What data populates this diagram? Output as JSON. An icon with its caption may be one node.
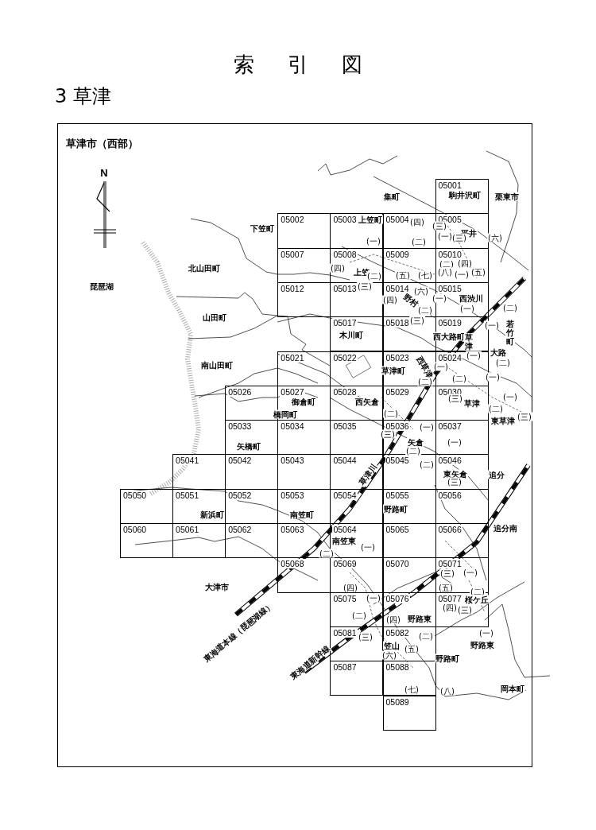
{
  "diagram": {
    "title": "索引図",
    "nodes": [
      {
        "text": [
          "草津市（西部）"
        ]
      },
      {
        "text": [
          "05001"
        ],
        "in": 0
      },
      {
        "text": [
          "05002"
        ],
        "in": 0
      },
      {
        "text": [
          "05003"
        ],
        "in": 0
      },
      {
        "text": [
          "05004"
        ],
        "in": 0
      },
      {
        "text": [
          "05005"
        ],
        "in": 0
      },
      {
        "text": [
          "05007"
        ],
        "in": 0
      },
      {
        "text": [
          "05008"
        ],
        "in": 0
      },
      {
        "text": [
          "05009"
        ],
        "in": 0
      },
      {
        "text": [
          "05010"
        ],
        "in": 0
      },
      {
        "text": [
          "05012"
        ],
        "in": 0
      },
      {
        "text": [
          "05013"
        ],
        "in": 0
      },
      {
        "text": [
          "05014"
        ],
        "in": 0
      },
      {
        "text": [
          "05015"
        ],
        "in": 0
      },
      {
        "text": [
          "05017"
        ],
        "in": 0
      },
      {
        "text": [
          "05018"
        ],
        "in": 0
      },
      {
        "text": [
          "05019"
        ],
        "in": 0
      },
      {
        "text": [
          "05021"
        ],
        "in": 0
      },
      {
        "text": [
          "05022"
        ],
        "in": 0
      },
      {
        "text": [
          "05023"
        ],
        "in": 0
      },
      {
        "text": [
          "05024"
        ],
        "in": 0
      },
      {
        "text": [
          "05026"
        ],
        "in": 0
      },
      {
        "text": [
          "05027"
        ],
        "in": 0
      },
      {
        "text": [
          "05028"
        ],
        "in": 0
      },
      {
        "text": [
          "05029"
        ],
        "in": 0
      },
      {
        "text": [
          "05030"
        ],
        "in": 0
      },
      {
        "text": [
          "05033"
        ],
        "in": 0
      },
      {
        "text": [
          "05034"
        ],
        "in": 0
      },
      {
        "text": [
          "05035"
        ],
        "in": 0
      },
      {
        "text": [
          "05036"
        ],
        "in": 0
      },
      {
        "text": [
          "05037"
        ],
        "in": 0
      },
      {
        "text": [
          "05041"
        ],
        "in": 0
      },
      {
        "text": [
          "05042"
        ],
        "in": 0
      },
      {
        "text": [
          "05043"
        ],
        "in": 0
      },
      {
        "text": [
          "05044"
        ],
        "in": 0
      },
      {
        "text": [
          "05045"
        ],
        "in": 0
      },
      {
        "text": [
          "05046"
        ],
        "in": 0
      },
      {
        "text": [
          "05050"
        ],
        "in": 0
      },
      {
        "text": [
          "05051"
        ],
        "in": 0
      },
      {
        "text": [
          "05052"
        ],
        "in": 0
      },
      {
        "text": [
          "05053"
        ],
        "in": 0
      },
      {
        "text": [
          "05054"
        ],
        "in": 0
      },
      {
        "text": [
          "05055"
        ],
        "in": 0
      },
      {
        "text": [
          "05056"
        ],
        "in": 0
      },
      {
        "text": [
          "05060"
        ],
        "in": 0
      },
      {
        "text": [
          "05061"
        ],
        "in": 0
      },
      {
        "text": [
          "05062"
        ],
        "in": 0
      },
      {
        "text": [
          "05063"
        ],
        "in": 0
      },
      {
        "text": [
          "05064"
        ],
        "in": 0
      },
      {
        "text": [
          "05065"
        ],
        "in": 0
      },
      {
        "text": [
          "05066"
        ],
        "in": 0
      },
      {
        "text": [
          "05068"
        ],
        "in": 0
      },
      {
        "text": [
          "05069"
        ],
        "in": 0
      },
      {
        "text": [
          "05070"
        ],
        "in": 0
      },
      {
        "text": [
          "05071"
        ],
        "in": 0
      },
      {
        "text": [
          "05075"
        ],
        "in": 0
      },
      {
        "text": [
          "05076"
        ],
        "in": 0
      },
      {
        "text": [
          "05077"
        ],
        "in": 0
      },
      {
        "text": [
          "05081"
        ],
        "in": 0
      },
      {
        "text": [
          "05082"
        ],
        "in": 0
      },
      {
        "text": [
          "05087"
        ],
        "in": 0
      },
      {
        "text": [
          "05088"
        ],
        "in": 0
      },
      {
        "text": [
          "05089"
        ],
        "in": 0
      }
    ],
    "labels": [
      "3 草津",
      "N",
      "駒井沢町",
      "集町",
      "栗東市",
      "上笠町",
      "(四)",
      "(三)",
      "下笠町",
      "平井",
      "(一)",
      "(三)",
      "(六)",
      "(一)",
      "(二)",
      "(四)",
      "(二)",
      "(五)",
      "(一)",
      "(四)",
      "北山田町",
      "(八)",
      "上笠",
      "(二)",
      "(五)",
      "(七)",
      "(三)",
      "琵琶湖",
      "(六)",
      "(一)",
      "西渋川",
      "(四)",
      "野村",
      "(一)",
      "(二)",
      "(二)",
      "山田町",
      "(三)",
      "(一)",
      "若竹町",
      "木川町",
      "西大路町",
      "草津",
      "大路",
      "(一)",
      "(一)",
      "(二)",
      "南山田町",
      "西草津",
      "草津町",
      "(一)",
      "(二)",
      "(二)",
      "(一)",
      "(三)",
      "御倉町",
      "西矢倉",
      "草津",
      "(二)",
      "(二)",
      "橋岡町",
      "(三)",
      "東草津",
      "(一)",
      "(三)",
      "矢倉",
      "(一)",
      "矢橋町",
      "(二)",
      "(二)",
      "東矢倉",
      "追分",
      "草津川",
      "(三)",
      "野路町",
      "新浜町",
      "南笠町",
      "追分南",
      "南笠東",
      "(一)",
      "(二)",
      "(三)",
      "(一)",
      "大津市",
      "(四)",
      "(五)",
      "(二)",
      "(一)",
      "桜ケ丘",
      "(四)",
      "(三)",
      "(二)",
      "野路東",
      "(四)",
      "東海道本線（琵琶湖線）",
      "(一)",
      "(二)",
      "(三)",
      "野路東",
      "笠山",
      "(五)",
      "(六)",
      "野路町",
      "東海道新幹線",
      "岡本町",
      "(七)",
      "(八)"
    ]
  }
}
